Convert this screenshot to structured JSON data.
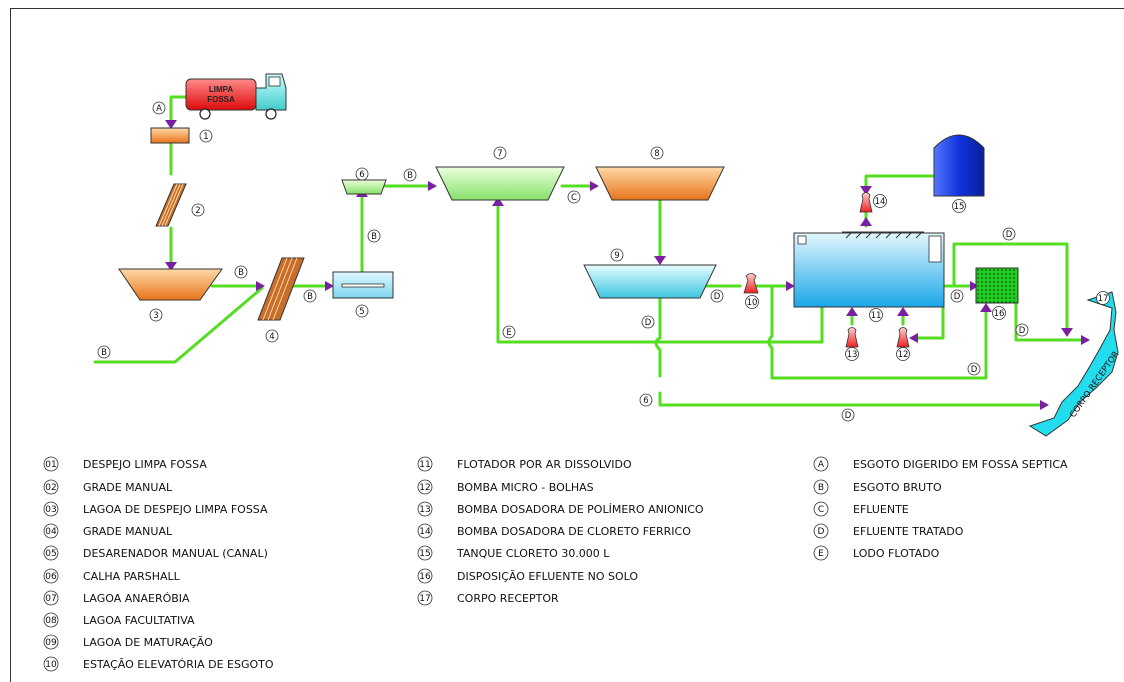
{
  "truck": {
    "line1": "LIMPA",
    "line2": "FOSSA"
  },
  "corpo_receptor_text": "CORPO RECEPTOR",
  "flow_labels": {
    "a": "A",
    "b1": "B",
    "b2": "B",
    "b3": "B",
    "b4": "B",
    "b5": "B",
    "c": "C",
    "d1": "D",
    "d2": "D",
    "d3": "D",
    "d4": "D",
    "d5": "D",
    "d6": "D",
    "d7": "D",
    "e": "E"
  },
  "unit_labels": {
    "u1": "1",
    "u2": "2",
    "u3": "3",
    "u4": "4",
    "u5": "5",
    "u6a": "6",
    "u6b": "6",
    "u7": "7",
    "u8": "8",
    "u9": "9",
    "u10": "10",
    "u11": "11",
    "u12": "12",
    "u13": "13",
    "u14": "14",
    "u15": "15",
    "u16": "16",
    "u17": "17"
  },
  "legend_units_1": [
    {
      "num": "01",
      "text": "DESPEJO LIMPA FOSSA"
    },
    {
      "num": "02",
      "text": "GRADE MANUAL"
    },
    {
      "num": "03",
      "text": "LAGOA DE DESPEJO LIMPA FOSSA"
    },
    {
      "num": "04",
      "text": "GRADE MANUAL"
    },
    {
      "num": "05",
      "text": "DESARENADOR MANUAL (CANAL)"
    },
    {
      "num": "06",
      "text": "CALHA PARSHALL"
    },
    {
      "num": "07",
      "text": "LAGOA ANAERÓBIA"
    },
    {
      "num": "08",
      "text": "LAGOA FACULTATIVA"
    },
    {
      "num": "09",
      "text": "LAGOA DE MATURAÇÃO"
    },
    {
      "num": "10",
      "text": "ESTAÇÃO ELEVATÓRIA DE ESGOTO"
    }
  ],
  "legend_units_2": [
    {
      "num": "11",
      "text": "FLOTADOR POR AR DISSOLVIDO"
    },
    {
      "num": "12",
      "text": "BOMBA MICRO - BOLHAS"
    },
    {
      "num": "13",
      "text": "BOMBA DOSADORA DE POLÍMERO ANIONICO"
    },
    {
      "num": "14",
      "text": "BOMBA DOSADORA DE CLORETO FERRICO"
    },
    {
      "num": "15",
      "text": "TANQUE CLORETO 30.000 L"
    },
    {
      "num": "16",
      "text": "DISPOSIÇÃO EFLUENTE NO SOLO"
    },
    {
      "num": "17",
      "text": "CORPO RECEPTOR"
    }
  ],
  "legend_flows": [
    {
      "letter": "A",
      "text": "ESGOTO DIGERIDO EM FOSSA SEPTICA"
    },
    {
      "letter": "B",
      "text": "ESGOTO BRUTO"
    },
    {
      "letter": "C",
      "text": "EFLUENTE"
    },
    {
      "letter": "D",
      "text": "EFLUENTE TRATADO"
    },
    {
      "letter": "E",
      "text": "LODO FLOTADO"
    }
  ],
  "colors": {
    "pipe": "#55dd22",
    "arrow": "#7a1fa2",
    "orange_pond": "#f08a2a",
    "green_pond": "#a8f08a",
    "cyan_pond": "#5cd6e6",
    "flotator": "#33b8ee",
    "tank": "#1133cc",
    "pump": "#ee2222",
    "receptor": "#22ddee",
    "truck_tank": "#ee1111",
    "truck_cab": "#77e6e6"
  }
}
